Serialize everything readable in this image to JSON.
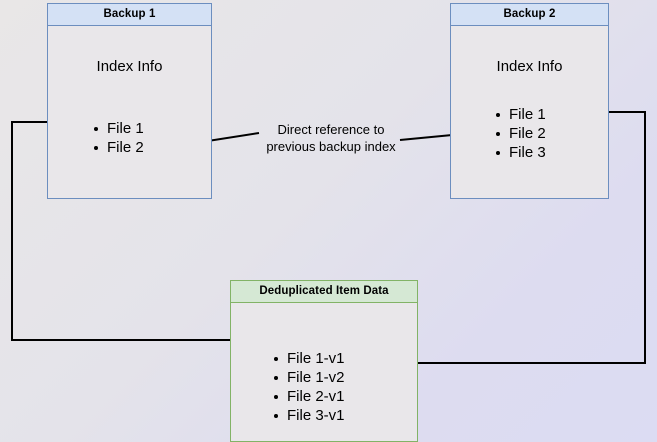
{
  "diagram": {
    "title_hidden": "",
    "colors": {
      "blue_border": "#6c8ebf",
      "blue_header_fill": "#d4e1f5",
      "green_border": "#82b366",
      "green_header_fill": "#d5e8d4",
      "node_fill": "#e9e7ea",
      "line": "#000000",
      "bg_start": "#e9e7e7",
      "bg_end": "#dcdcf3"
    },
    "nodes": {
      "backup1": {
        "header": "Backup 1",
        "subtitle": "Index Info",
        "items": [
          "File 1",
          "File 2"
        ]
      },
      "backup2": {
        "header": "Backup 2",
        "subtitle": "Index Info",
        "items": [
          "File 1",
          "File 2",
          "File 3"
        ]
      },
      "dedup": {
        "header": "Deduplicated Item Data",
        "items": [
          "File 1-v1",
          "File 1-v2",
          "File 2-v1",
          "File 3-v1"
        ]
      }
    },
    "edges": [
      {
        "id": "backup2-to-backup1",
        "label": "Direct reference to\nprevious backup index",
        "from": "backup2.items.1",
        "to": "backup1.items.1",
        "arrow": "to"
      },
      {
        "id": "backup1-file1-to-dedup",
        "label": "",
        "from": "backup1.items.0",
        "to": "dedup.items.0",
        "arrow": "to"
      },
      {
        "id": "backup2-file1-to-dedup",
        "label": "",
        "from": "backup2.items.0",
        "to": "dedup.items.1",
        "arrow": "to"
      }
    ]
  }
}
